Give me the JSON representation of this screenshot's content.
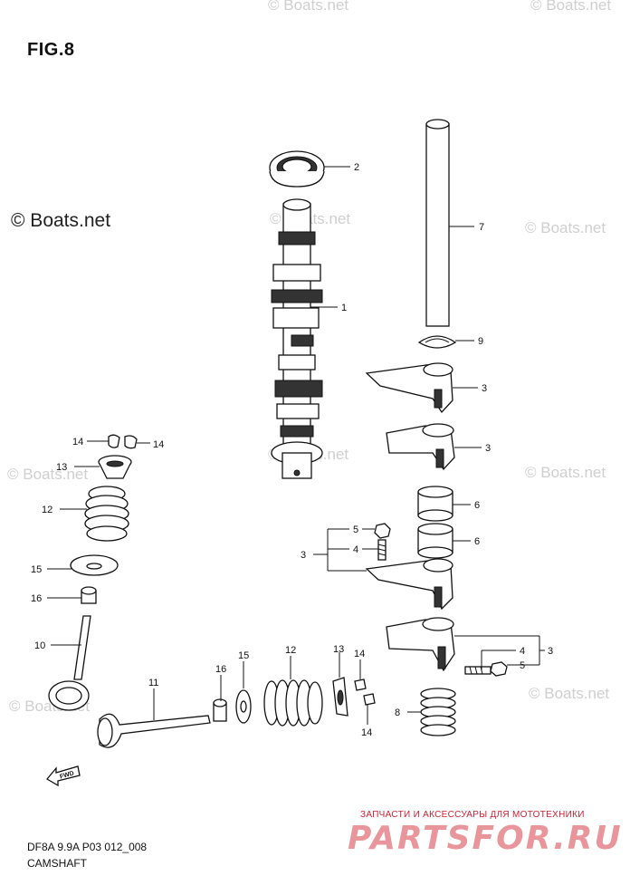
{
  "title": "FIG.8",
  "code": "DF8A 9.9A P03 012_008",
  "caption": "CAMSHAFT",
  "watermarks": {
    "boats": "© Boats.net",
    "brand_subtitle": "ЗАПЧАСТИ И АКСЕССУАРЫ ДЛЯ МОТОТЕХНИКИ",
    "brand": "PARTSFOR.RU"
  },
  "fwd_label": "FWD",
  "callouts": {
    "c1": "1",
    "c2": "2",
    "c7": "7",
    "c9": "9",
    "c3a": "3",
    "c3b": "3",
    "c3c": "3",
    "c3d": "3",
    "c6a": "6",
    "c6b": "6",
    "c5a": "5",
    "c4a": "4",
    "c4b": "4",
    "c5b": "5",
    "c8": "8",
    "c14a": "14",
    "c14b": "14",
    "c13a": "13",
    "c12a": "12",
    "c15a": "15",
    "c16a": "16",
    "c10": "10",
    "c11": "11",
    "c16b": "16",
    "c15b": "15",
    "c12b": "12",
    "c13b": "13",
    "c14c": "14",
    "c14d": "14"
  }
}
